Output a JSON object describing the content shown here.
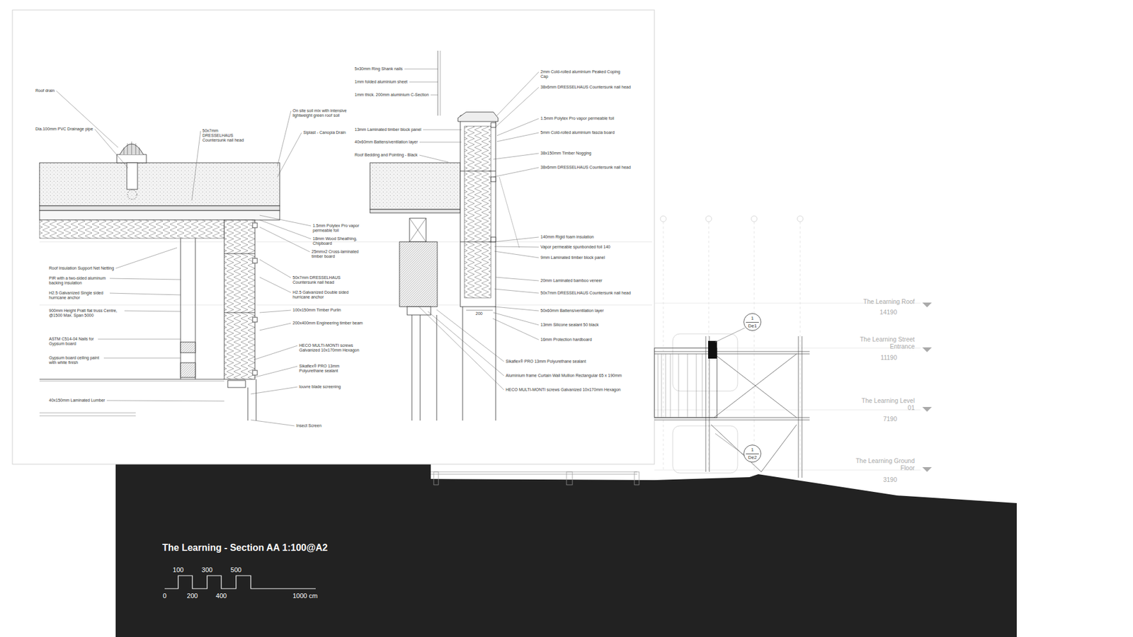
{
  "diagram": {
    "title": "The Learning - Section AA 1:100@A2",
    "nodes": [
      {
        "text": [
          "1",
          "De1"
        ]
      },
      {
        "text": [
          "1",
          "De2"
        ]
      }
    ],
    "labels": [
      "Roof drain",
      "Dia.100mm PVC Drainage pipe",
      "50x7mm DRESSELHAUS Countersunk nail head",
      "On site soil mix with intensive lightweight green roof soil",
      "Siplast - Canopia Drain",
      "1.5mm Polytex Pro vapor permeable foil",
      "18mm Wood Sheathing, Chipboard",
      "25mmx2 Cross-laminated timber board",
      "50x7mm DRESSELHAUS Countersunk nail head",
      "H2.5 Galvanized Double sided hurricane anchor",
      "100x150mm Timber Purlin",
      "200x400mm Engineering timber beam",
      "HECO MULTI-MONTI screws Galvanized 10x170mm Hexagon",
      "Sikaflex® PRO 13mm Polyurethane sealant",
      "louvre blade screening",
      "Insect Screen",
      "Roof Insulation Support Net Netting",
      "PIR with a two-sided aluminum backing insulation",
      "H2.5 Galvanized Single sided hurricane anchor",
      "900mm Height Pratt flat truss Centre, @1500 Max. Span 5000",
      "ASTM C514-04 Nails for Gypsum board",
      "Gypsum board ceiling paint with white finish",
      "40x150mm Laminated Lumber",
      "5x30mm Ring Shank nails",
      "1mm folded aluminium sheet",
      "1mm thick. 200mm aluminium C-Section",
      "13mm Laminated timber block panel",
      "40x60mm Battens/ventilation layer",
      "Roof Bedding and Pointing - Black",
      "2mm Cold-rolled aluminium Peaked Coping Cap",
      "38x6mm DRESSELHAUS Countersunk nail head",
      "1.5mm Polytex Pro vapor permeable foil",
      "5mm Cold-rolled aluminium fascia board",
      "38x150mm Timber Nogging",
      "38x6mm DRESSELHAUS Countersunk nail head",
      "140mm Rigid foam insulation",
      "Vapor permeable spunbonded foil 140",
      "9mm Laminated timber block panel",
      "20mm Laminated bamboo veneer",
      "50x7mm DRESSELHAUS Countersunk nail head",
      "50x60mm Battens/ventilation layer",
      "13mm Silicone sealant 50 black",
      "16mm Protection hardboard",
      "Sikaflex® PRO 13mm Polyurethane sealant",
      "Aluminium frame Curtain Wall Mullion Rectangular 65 x 190mm",
      "HECO MULTI-MONTI screws Galvanized 10x170mm Hexagon",
      "200",
      "The Learning Roof",
      "14190",
      "The Learning Street Entrance",
      "11190",
      "The Learning Level 01",
      "7190",
      "The Learning Ground Floor",
      "3190",
      "100",
      "300",
      "500",
      "0",
      "200",
      "400",
      "1000 cm"
    ]
  }
}
